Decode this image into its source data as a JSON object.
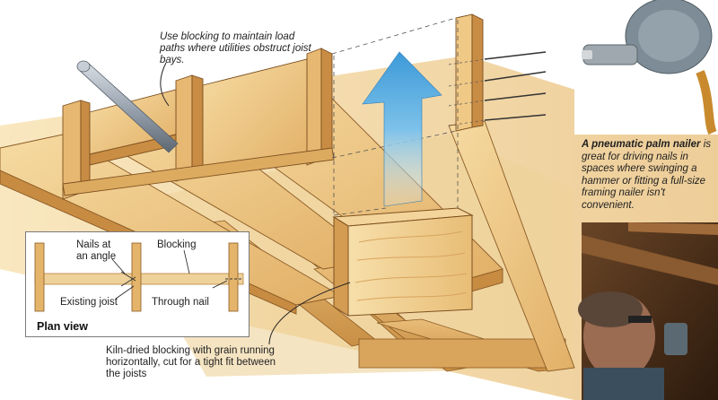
{
  "callouts": {
    "top": "Use blocking to maintain load paths where utilities obstruct joist bays.",
    "bottom": "Kiln-dried blocking with grain running horizontally, cut for a tight fit between the joists"
  },
  "nailer_caption": {
    "bold": "A pneumatic palm nailer",
    "rest": " is great for driving nails in spaces where swinging a hammer or fitting a full-size framing nailer isn't convenient."
  },
  "plan_view": {
    "title": "Plan view",
    "labels": {
      "nails_angle_line1": "Nails at",
      "nails_angle_line2": "an angle",
      "blocking": "Blocking",
      "existing_joist": "Existing joist",
      "through_nail": "Through nail"
    }
  },
  "colors": {
    "wood_light": "#f2cf8c",
    "wood_mid": "#e3b46a",
    "wood_dark": "#b9823d",
    "arrow_blue": "#4aa7e0",
    "pipe": "#9aa4b0"
  }
}
